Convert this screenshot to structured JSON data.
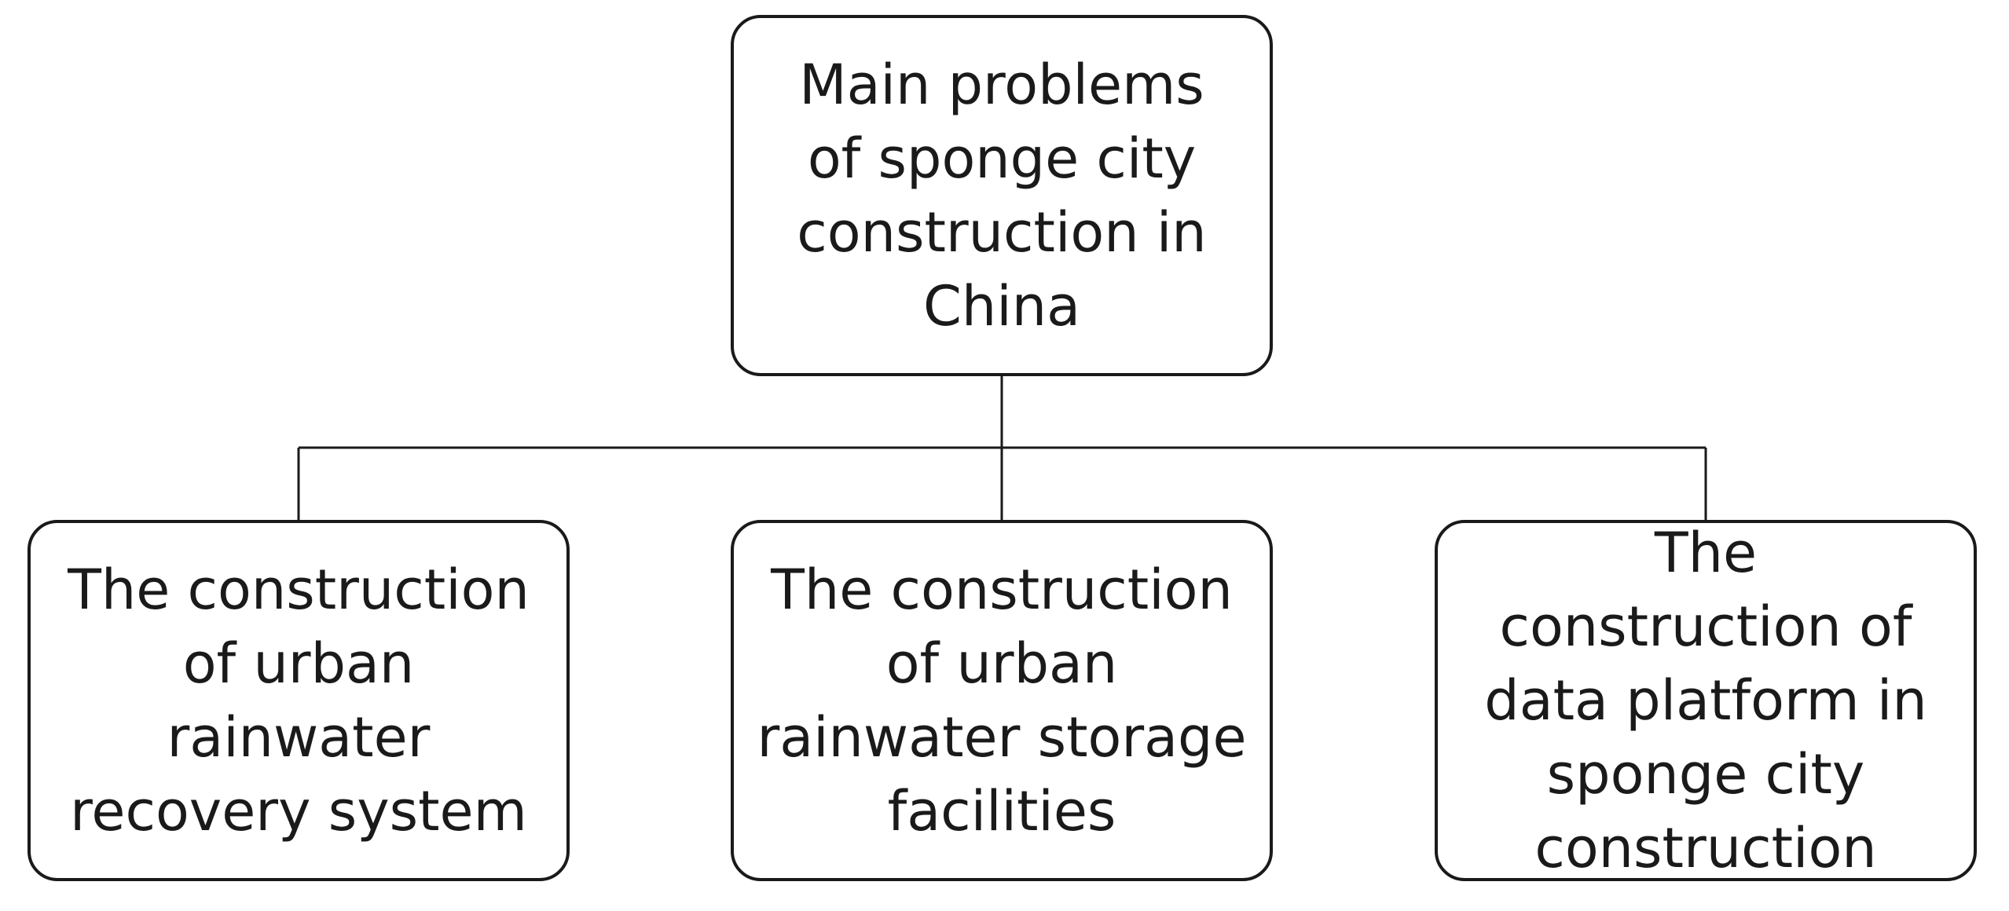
{
  "diagram": {
    "root": {
      "label": "Main problems of sponge city construction in China"
    },
    "children": [
      {
        "label": "The construction of urban rainwater recovery system"
      },
      {
        "label": "The construction of urban rainwater storage facilities"
      },
      {
        "label": "The construction of data platform in sponge city construction"
      }
    ],
    "colors": {
      "stroke": "#1a1a1a",
      "background": "#ffffff"
    }
  }
}
